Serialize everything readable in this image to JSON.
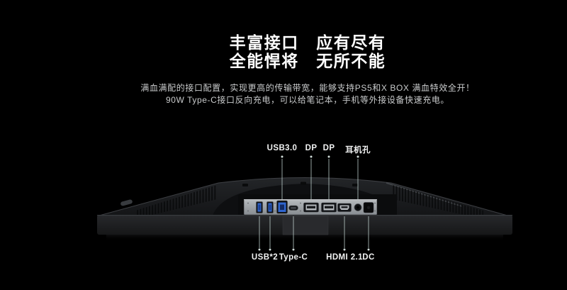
{
  "headline": {
    "line1": "丰富接口　应有尽有",
    "line2": "全能悍将　无所不能"
  },
  "description": {
    "line1": "满血满配的接口配置，实现更高的传输带宽，能够支持PS5和X BOX 满血特效全开！",
    "line2": "90W Type-C接口反向充电，可以给笔记本，手机等外接设备快速充电。"
  },
  "callouts": {
    "top": [
      {
        "label": "USB3.0",
        "port": "usb-b-upstream"
      },
      {
        "label": "DP",
        "port": "displayport-1"
      },
      {
        "label": "DP",
        "port": "displayport-2"
      },
      {
        "label": "耳机孔",
        "port": "headphone-jack"
      }
    ],
    "bottom": [
      {
        "label": "USB*2",
        "port": "usb-a-downstream-x2"
      },
      {
        "label": "Type-C",
        "port": "usb-type-c"
      },
      {
        "label": "HDMI 2.1",
        "port": "hdmi-2-1"
      },
      {
        "label": "DC",
        "port": "dc-power-in"
      }
    ]
  },
  "colors": {
    "background": "#000000",
    "headline_text": "#ffffff",
    "description_text": "#c9cbcc",
    "label_text": "#f2f3f3",
    "leader_line": "#c5d8d4",
    "usb_blue": "#2f66d0",
    "io_panel_gray": "#a7abaf",
    "monitor_body": "#1b1d1f"
  }
}
